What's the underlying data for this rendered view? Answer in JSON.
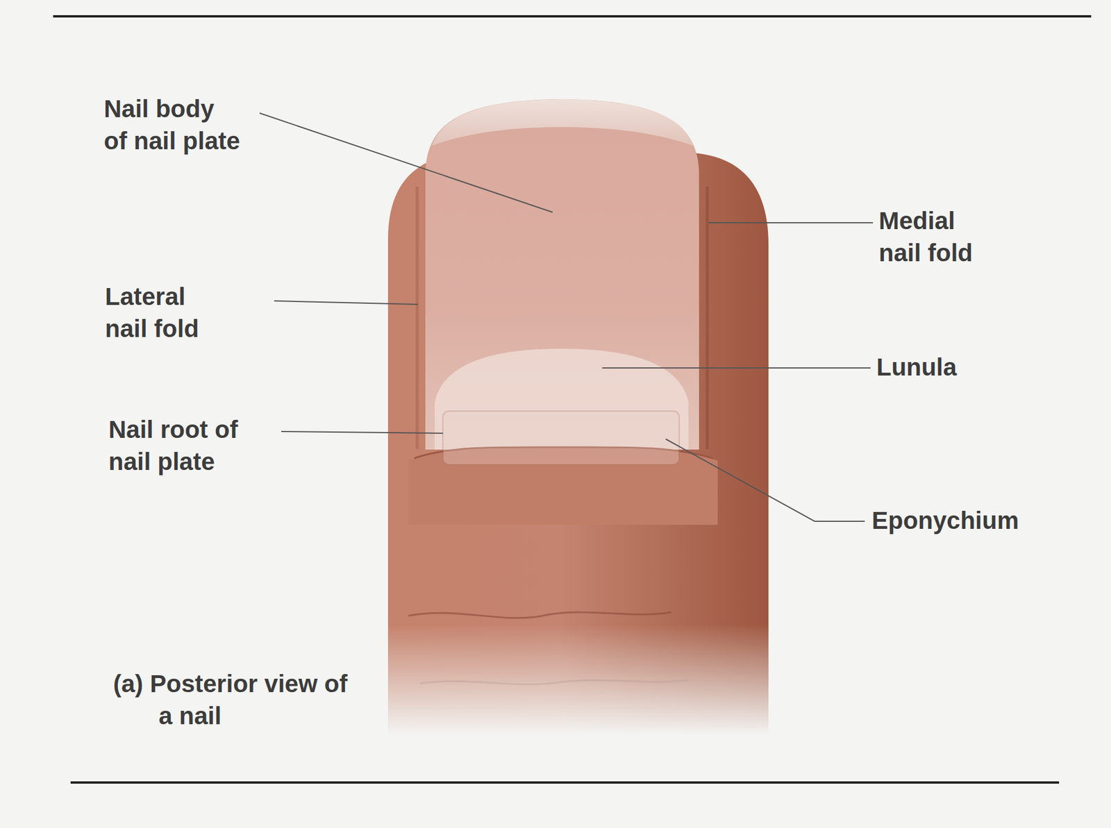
{
  "diagram": {
    "caption": "(a) Posterior view of a nail",
    "labels": [
      "Nail body of nail plate",
      "Lateral nail fold",
      "Nail root of nail plate",
      "Medial nail fold",
      "Lunula",
      "Eponychium"
    ]
  }
}
